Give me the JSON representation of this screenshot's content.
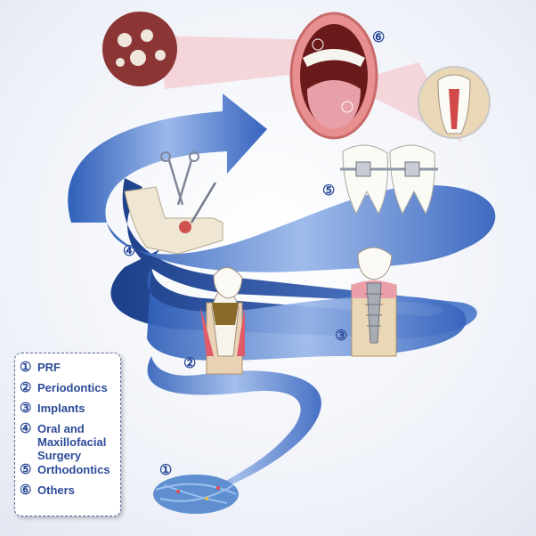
{
  "legend": {
    "items": [
      {
        "number": "①",
        "label": "PRF"
      },
      {
        "number": "②",
        "label": "Periodontics"
      },
      {
        "number": "③",
        "label": "Implants"
      },
      {
        "number": "④",
        "label": "Oral and Maxillofacial Surgery"
      },
      {
        "number": "⑤",
        "label": "Orthodontics"
      },
      {
        "number": "⑥",
        "label": "Others"
      }
    ]
  },
  "markers": [
    "①",
    "②",
    "③",
    "④",
    "⑤",
    "⑥"
  ],
  "colors": {
    "ribbon": "#4a78c8",
    "ribbon_dark": "#2c56a8",
    "text": "#2c4a98"
  }
}
